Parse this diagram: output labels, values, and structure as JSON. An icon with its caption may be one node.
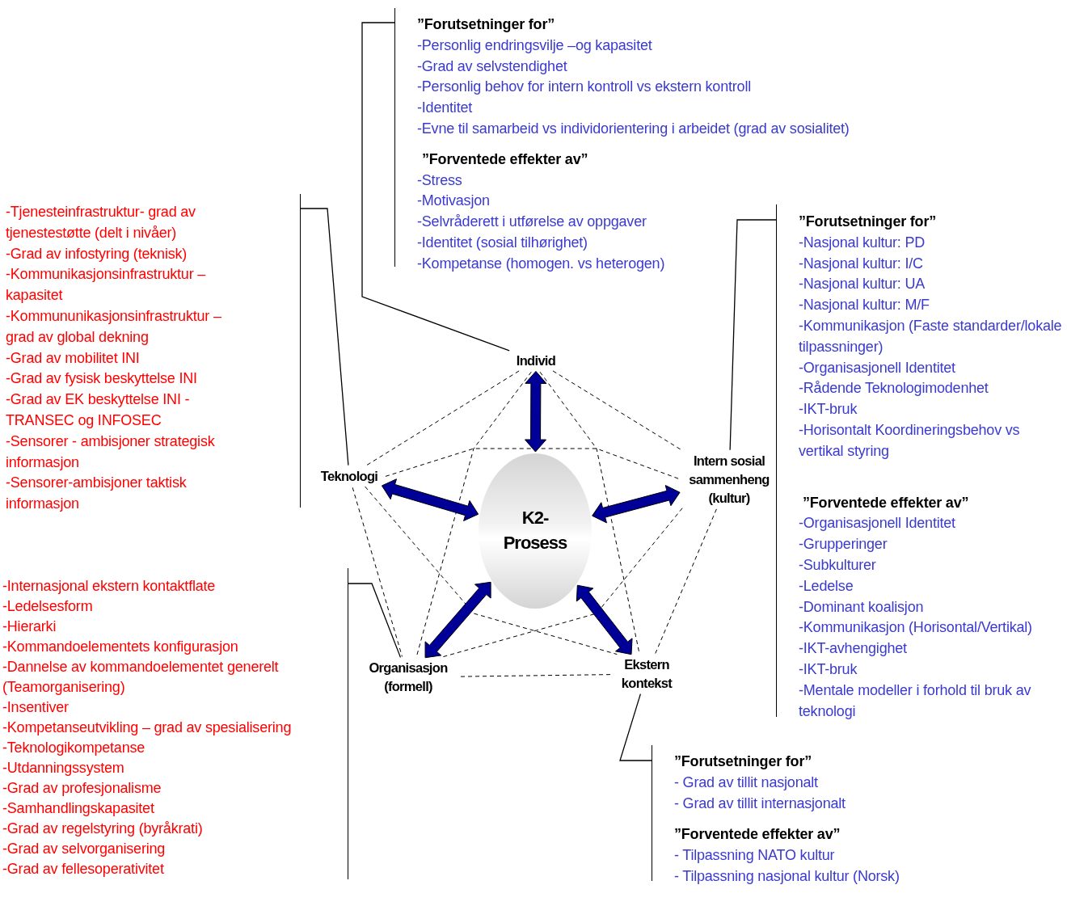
{
  "diagram": {
    "nodes": [
      {
        "text": [
          "Individ"
        ]
      },
      {
        "text": [
          "Teknologi"
        ]
      },
      {
        "text": [
          "Intern sosial sammenheng (kultur)"
        ]
      },
      {
        "text": [
          "Organisasjon (formell)"
        ]
      },
      {
        "text": [
          "Ekstern kontekst"
        ]
      },
      {
        "text": [
          "K2- Prosess"
        ]
      },
      {
        "text": [],
        "shape": "bracket"
      },
      {
        "text": [
          "”Forutsetninger for”",
          "-Personlig endringsvilje –og kapasitet",
          "-Grad av selvstendighet",
          "-Personlig behov for intern kontroll vs ekstern kontroll",
          "-Identitet",
          "-Evne til samarbeid vs individorientering i arbeidet (grad av sosialitet)"
        ],
        "in": 6
      },
      {
        "text": [
          "”Forventede effekter av”",
          "-Stress",
          "-Motivasjon",
          "-Selvråderett i utførelse av oppgaver",
          "-Identitet (sosial tilhørighet)",
          "-Kompetanse (homogen. vs heterogen)"
        ],
        "in": 6
      },
      {
        "text": [],
        "shape": "bracket"
      },
      {
        "text": [
          "-Tjenesteinfrastruktur- grad av tjenestestøtte (delt i nivåer)",
          "-Grad av infostyring (teknisk)",
          "-Kommunikasjonsinfrastruktur – kapasitet",
          "-Kommununikasjonsinfrastruktur – grad av global dekning",
          "-Grad av mobilitet INI",
          "-Grad av fysisk beskyttelse INI",
          "-Grad av EK beskyttelse INI - TRANSEC og INFOSEC",
          "-Sensorer - ambisjoner strategisk informasjon",
          "-Sensorer-ambisjoner taktisk informasjon"
        ],
        "in": 9
      },
      {
        "text": [],
        "shape": "bracket"
      },
      {
        "text": [
          "”Forutsetninger for”",
          "-Nasjonal kultur: PD",
          "-Nasjonal kultur: I/C",
          "-Nasjonal kultur: UA",
          "-Nasjonal kultur: M/F",
          "-Kommunikasjon (Faste standarder/lokale tilpassninger)",
          "-Organisasjonell Identitet",
          "-Rådende Teknologimodenhet",
          "-IKT-bruk",
          "-Horisontalt Koordineringsbehov vs vertikal styring"
        ],
        "in": 11
      },
      {
        "text": [
          "”Forventede effekter av”",
          "-Organisasjonell Identitet",
          "-Grupperinger",
          "-Subkulturer",
          "-Ledelse",
          "-Dominant koalisjon",
          "-Kommunikasjon (Horisontal/Vertikal)",
          "-IKT-avhengighet",
          "-IKT-bruk",
          "-Mentale modeller i forhold til bruk av teknologi"
        ],
        "in": 11
      },
      {
        "text": [],
        "shape": "bracket"
      },
      {
        "text": [
          "-Internasjonal ekstern kontaktflate",
          "-Ledelsesform",
          "-Hierarki",
          "-Kommandoelementets konfigurasjon",
          "-Dannelse av kommandoelementet generelt (Teamorganisering)",
          "-Insentiver",
          "-Kompetanseutvikling – grad av spesialisering",
          "-Teknologikompetanse",
          "-Utdanningssystem",
          "-Grad av profesjonalisme",
          "-Samhandlingskapasitet",
          "-Grad av regelstyring (byråkrati)",
          "-Grad av selvorganisering",
          "-Grad av fellesoperativitet"
        ],
        "in": 14
      },
      {
        "text": [],
        "shape": "bracket"
      },
      {
        "text": [
          "”Forutsetninger for”",
          "- Grad av tillit nasjonalt",
          "- Grad av tillit internasjonalt"
        ],
        "in": 16
      },
      {
        "text": [
          "”Forventede effekter av”",
          "- Tilpassning NATO kultur",
          "- Tilpassning nasjonal kultur (Norsk)"
        ],
        "in": 16
      }
    ],
    "edges": [
      {
        "from": 6,
        "to": 0,
        "arrow": "none"
      },
      {
        "from": 9,
        "to": 1,
        "arrow": "none"
      },
      {
        "from": 11,
        "to": 2,
        "arrow": "none"
      },
      {
        "from": 14,
        "to": 3,
        "arrow": "none"
      },
      {
        "from": 16,
        "to": 4,
        "arrow": "none"
      },
      {
        "from": 0,
        "to": 1,
        "arrow": "none",
        "style": "dashed"
      },
      {
        "from": 0,
        "to": 2,
        "arrow": "none",
        "style": "dashed"
      },
      {
        "from": 0,
        "to": 3,
        "arrow": "none",
        "style": "dashed"
      },
      {
        "from": 0,
        "to": 4,
        "arrow": "none",
        "style": "dashed"
      },
      {
        "from": 1,
        "to": 2,
        "arrow": "none",
        "style": "dashed"
      },
      {
        "from": 1,
        "to": 3,
        "arrow": "none",
        "style": "dashed"
      },
      {
        "from": 1,
        "to": 4,
        "arrow": "none",
        "style": "dashed"
      },
      {
        "from": 2,
        "to": 3,
        "arrow": "none",
        "style": "dashed"
      },
      {
        "from": 2,
        "to": 4,
        "arrow": "none",
        "style": "dashed"
      },
      {
        "from": 3,
        "to": 4,
        "arrow": "none",
        "style": "dashed"
      },
      {
        "from": 5,
        "to": 0,
        "arrow": "both",
        "style": "thick",
        "color": "#000099"
      },
      {
        "from": 5,
        "to": 1,
        "arrow": "both",
        "style": "thick",
        "color": "#000099"
      },
      {
        "from": 5,
        "to": 2,
        "arrow": "both",
        "style": "thick",
        "color": "#000099"
      },
      {
        "from": 5,
        "to": 3,
        "arrow": "both",
        "style": "thick",
        "color": "#000099"
      },
      {
        "from": 5,
        "to": 4,
        "arrow": "both",
        "style": "thick",
        "color": "#000099"
      }
    ]
  }
}
